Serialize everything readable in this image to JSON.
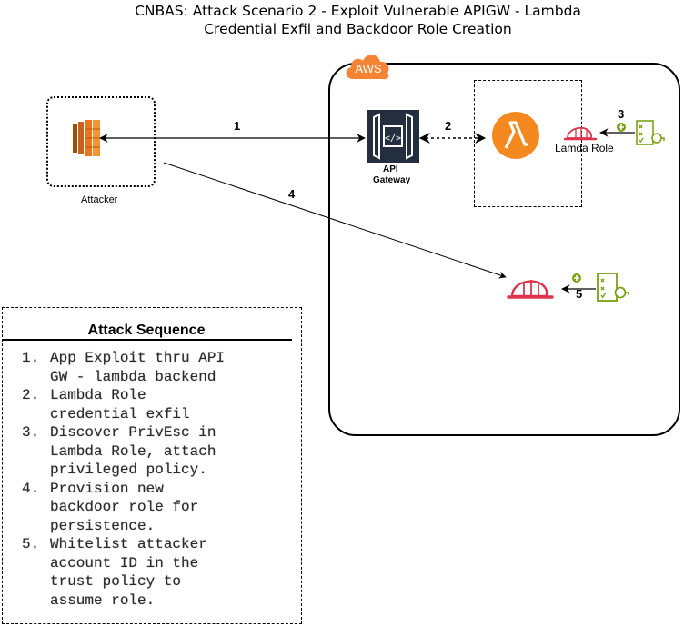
{
  "title": {
    "line1": "CNBAS: Attack Scenario 2 - Exploit Vulnerable APIGW - Lambda",
    "line2": "Credential Exfil and Backdoor Role Creation"
  },
  "aws_badge": "AWS",
  "nodes": {
    "attacker": "Attacker",
    "api_gateway_line1": "API",
    "api_gateway_line2": "Gateway",
    "lambda_role": "Lamda Role"
  },
  "steps": {
    "s1": "1",
    "s2": "2",
    "s3": "3",
    "s4": "4",
    "s5": "5"
  },
  "sequence": {
    "title": "Attack Sequence",
    "items": [
      {
        "num": "1.",
        "text": "App Exploit thru API\nGW - lambda backend"
      },
      {
        "num": "2.",
        "text": "Lambda Role\ncredential exfil"
      },
      {
        "num": "3.",
        "text": "Discover PrivEsc in\nLambda Role, attach\nprivileged policy."
      },
      {
        "num": "4.",
        "text": "Provision new\nbackdoor role for\npersistence."
      },
      {
        "num": "5.",
        "text": "Whitelist attacker\naccount ID in the\ntrust policy to\nassume role."
      }
    ]
  },
  "colors": {
    "ec2": "#e8741c",
    "api_gateway": "#232f3e",
    "lambda": "#f48a1f",
    "iam_role": "#dd344c",
    "policy": "#7aa116",
    "aws_badge": "#f58534"
  }
}
